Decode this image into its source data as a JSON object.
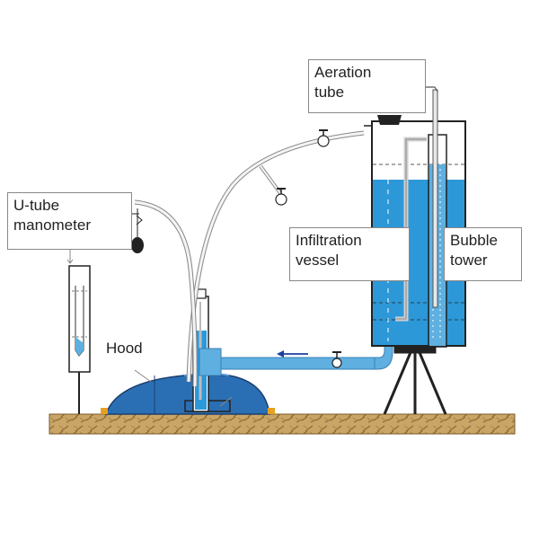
{
  "labels": {
    "aeration_tube": "Aeration\ntube",
    "u_tube_manometer": "U-tube\nmanometer",
    "infiltration_vessel": "Infiltration\nvessel",
    "bubble_tower": "Bubble\ntower",
    "hood": "Hood"
  },
  "colors": {
    "water": "#2d98d8",
    "water_dark": "#1f6fb0",
    "hood_fill": "#2a6fb4",
    "pipe": "#5fb0e0",
    "outline": "#222222",
    "soil": "#c9a566",
    "soil_hatch": "#8a6a35",
    "flow_arrow": "#1a3fa0"
  },
  "icons": [
    "valve-icon",
    "flow-arrow-icon",
    "bulb-icon"
  ]
}
